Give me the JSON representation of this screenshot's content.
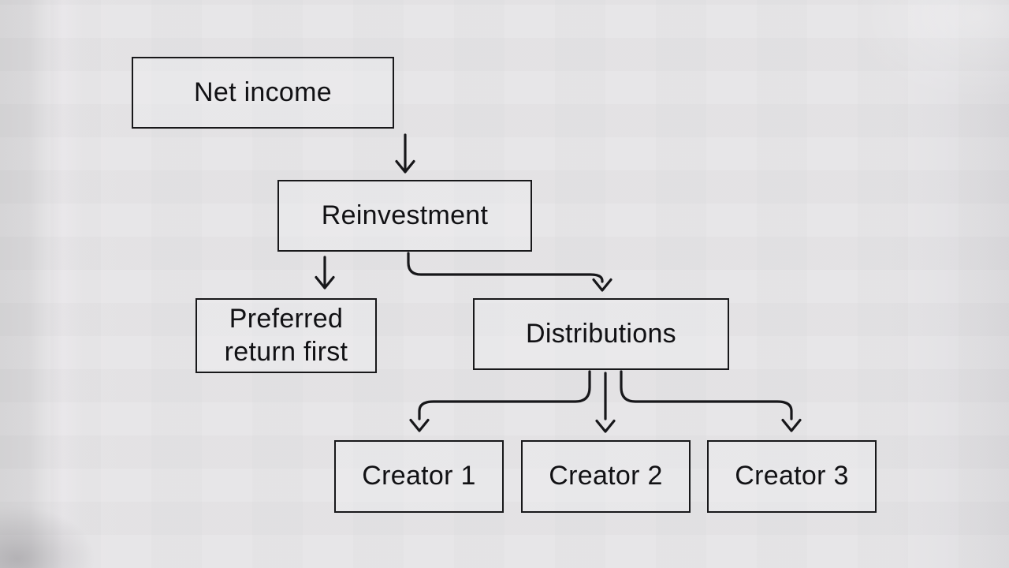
{
  "diagram": {
    "type": "flowchart",
    "background_color": "#e7e6e8",
    "stroke_color": "#17171a",
    "node_border_color": "#18181a",
    "text_color": "#111114",
    "nodes": [
      {
        "id": "net-income",
        "label": "Net income"
      },
      {
        "id": "reinvestment",
        "label": "Reinvestment"
      },
      {
        "id": "preferred-return-first",
        "label": "Preferred return first"
      },
      {
        "id": "distributions",
        "label": "Distributions"
      },
      {
        "id": "creator-1",
        "label": "Creator 1"
      },
      {
        "id": "creator-2",
        "label": "Creator 2"
      },
      {
        "id": "creator-3",
        "label": "Creator 3"
      }
    ],
    "edges": [
      {
        "from": "net-income",
        "to": "reinvestment"
      },
      {
        "from": "reinvestment",
        "to": "preferred-return-first"
      },
      {
        "from": "reinvestment",
        "to": "distributions"
      },
      {
        "from": "distributions",
        "to": "creator-1"
      },
      {
        "from": "distributions",
        "to": "creator-2"
      },
      {
        "from": "distributions",
        "to": "creator-3"
      }
    ]
  }
}
